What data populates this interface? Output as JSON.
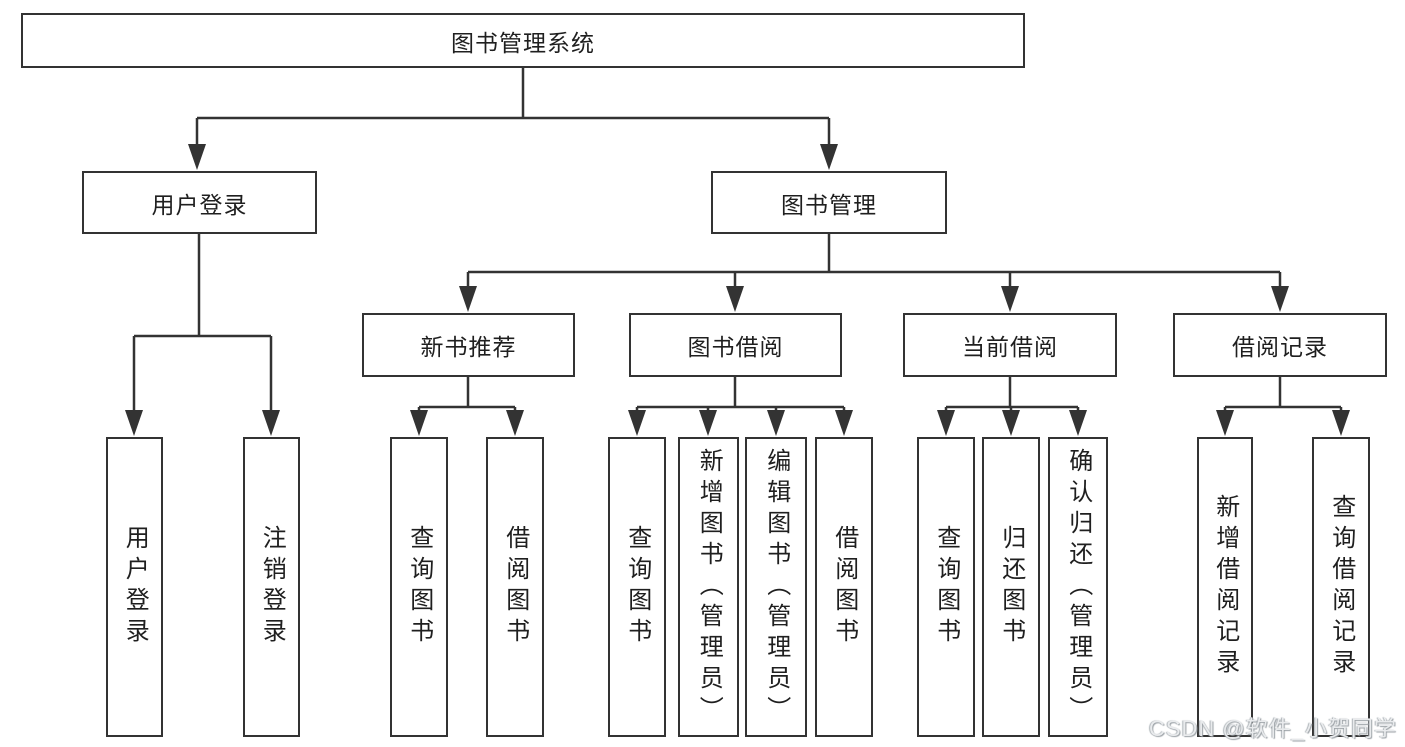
{
  "diagram": {
    "root": {
      "label": "图书管理系统"
    },
    "level2": [
      {
        "label": "用户登录"
      },
      {
        "label": "图书管理"
      }
    ],
    "level3": [
      {
        "label": "新书推荐"
      },
      {
        "label": "图书借阅"
      },
      {
        "label": "当前借阅"
      },
      {
        "label": "借阅记录"
      }
    ],
    "leaves": {
      "user_login": [
        {
          "label": "用户登录"
        },
        {
          "label": "注销登录"
        }
      ],
      "new_book_recommend": [
        {
          "label": "查询图书"
        },
        {
          "label": "借阅图书"
        }
      ],
      "book_borrow": [
        {
          "label": "查询图书"
        },
        {
          "label": "新增图书（管理员）"
        },
        {
          "label": "编辑图书（管理员）"
        },
        {
          "label": "借阅图书"
        }
      ],
      "current_borrow": [
        {
          "label": "查询图书"
        },
        {
          "label": "归还图书"
        },
        {
          "label": "确认归还（管理员）"
        }
      ],
      "borrow_record": [
        {
          "label": "新增借阅记录"
        },
        {
          "label": "查询借阅记录"
        }
      ]
    },
    "colors": {
      "line": "#333333",
      "box_background": "#ffffff",
      "text": "#1f1f1f",
      "watermark_text": "#e9ebed"
    },
    "watermark": "CSDN @软件_小贺同学"
  }
}
